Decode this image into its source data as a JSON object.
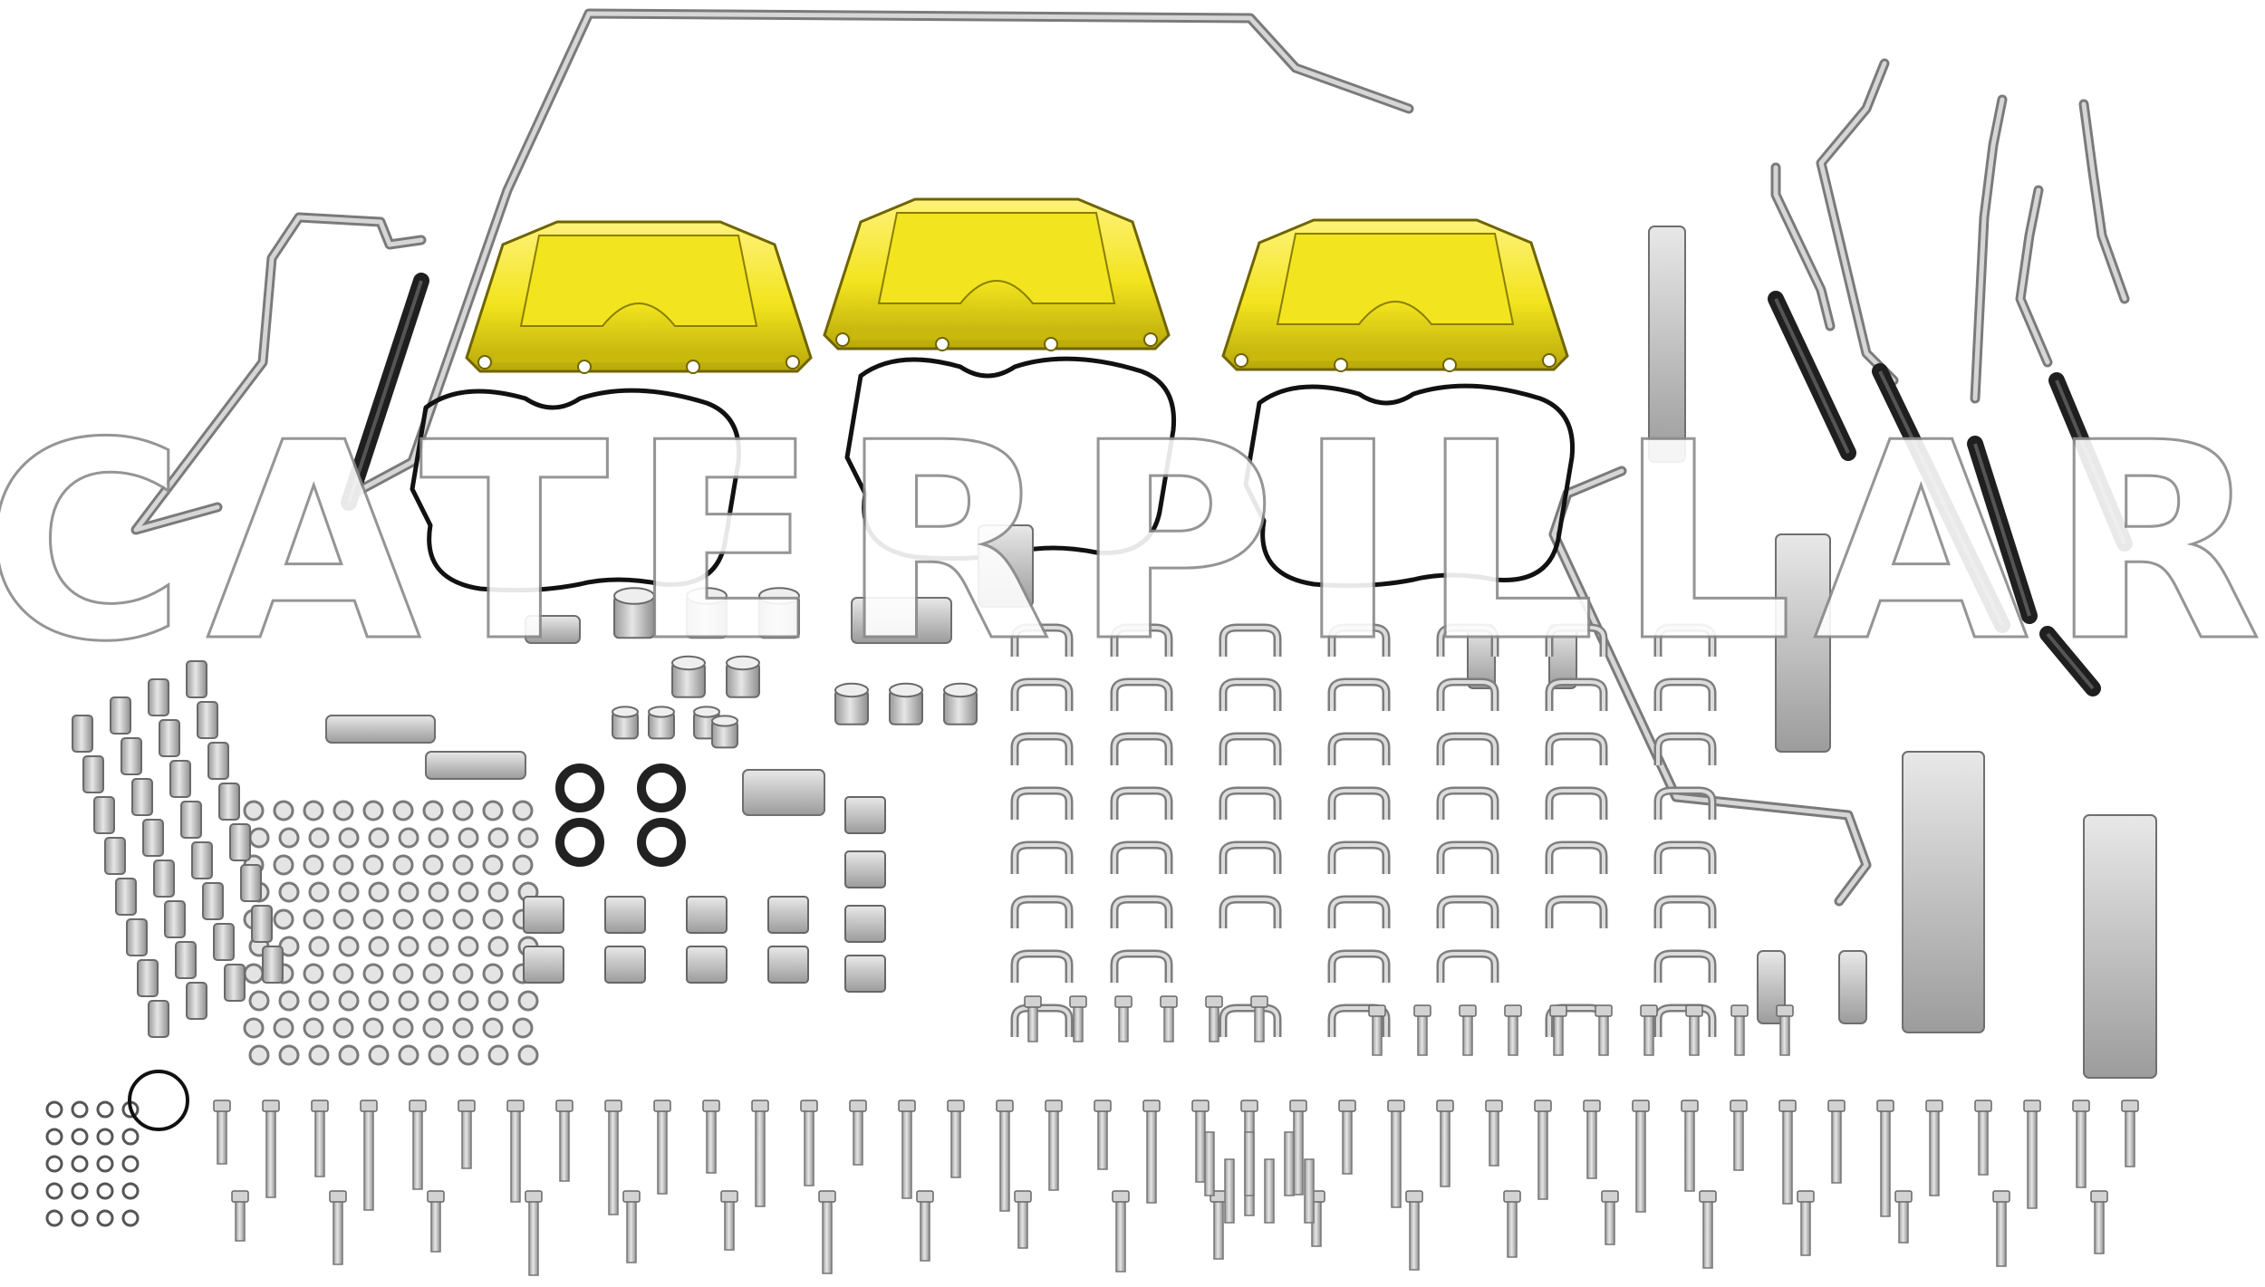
{
  "watermark": {
    "text": "CATERPILLAR"
  },
  "colors": {
    "background": "#ffffff",
    "valve_cover": "#f2e41e",
    "valve_cover_shade": "#c9b90d",
    "metal": "#c9c9c9",
    "metal_dark": "#8f8f8f",
    "hose": "#1f1f1f",
    "gasket": "#111111"
  },
  "parts": {
    "valve_covers": 3,
    "gaskets": 3,
    "icons": [
      "valve-cover-icon",
      "gasket-icon",
      "pipe-icon",
      "hose-icon",
      "bracket-icon",
      "clamp-icon",
      "washer-icon",
      "nut-icon",
      "bolt-icon",
      "stud-icon",
      "o-ring-icon"
    ]
  }
}
